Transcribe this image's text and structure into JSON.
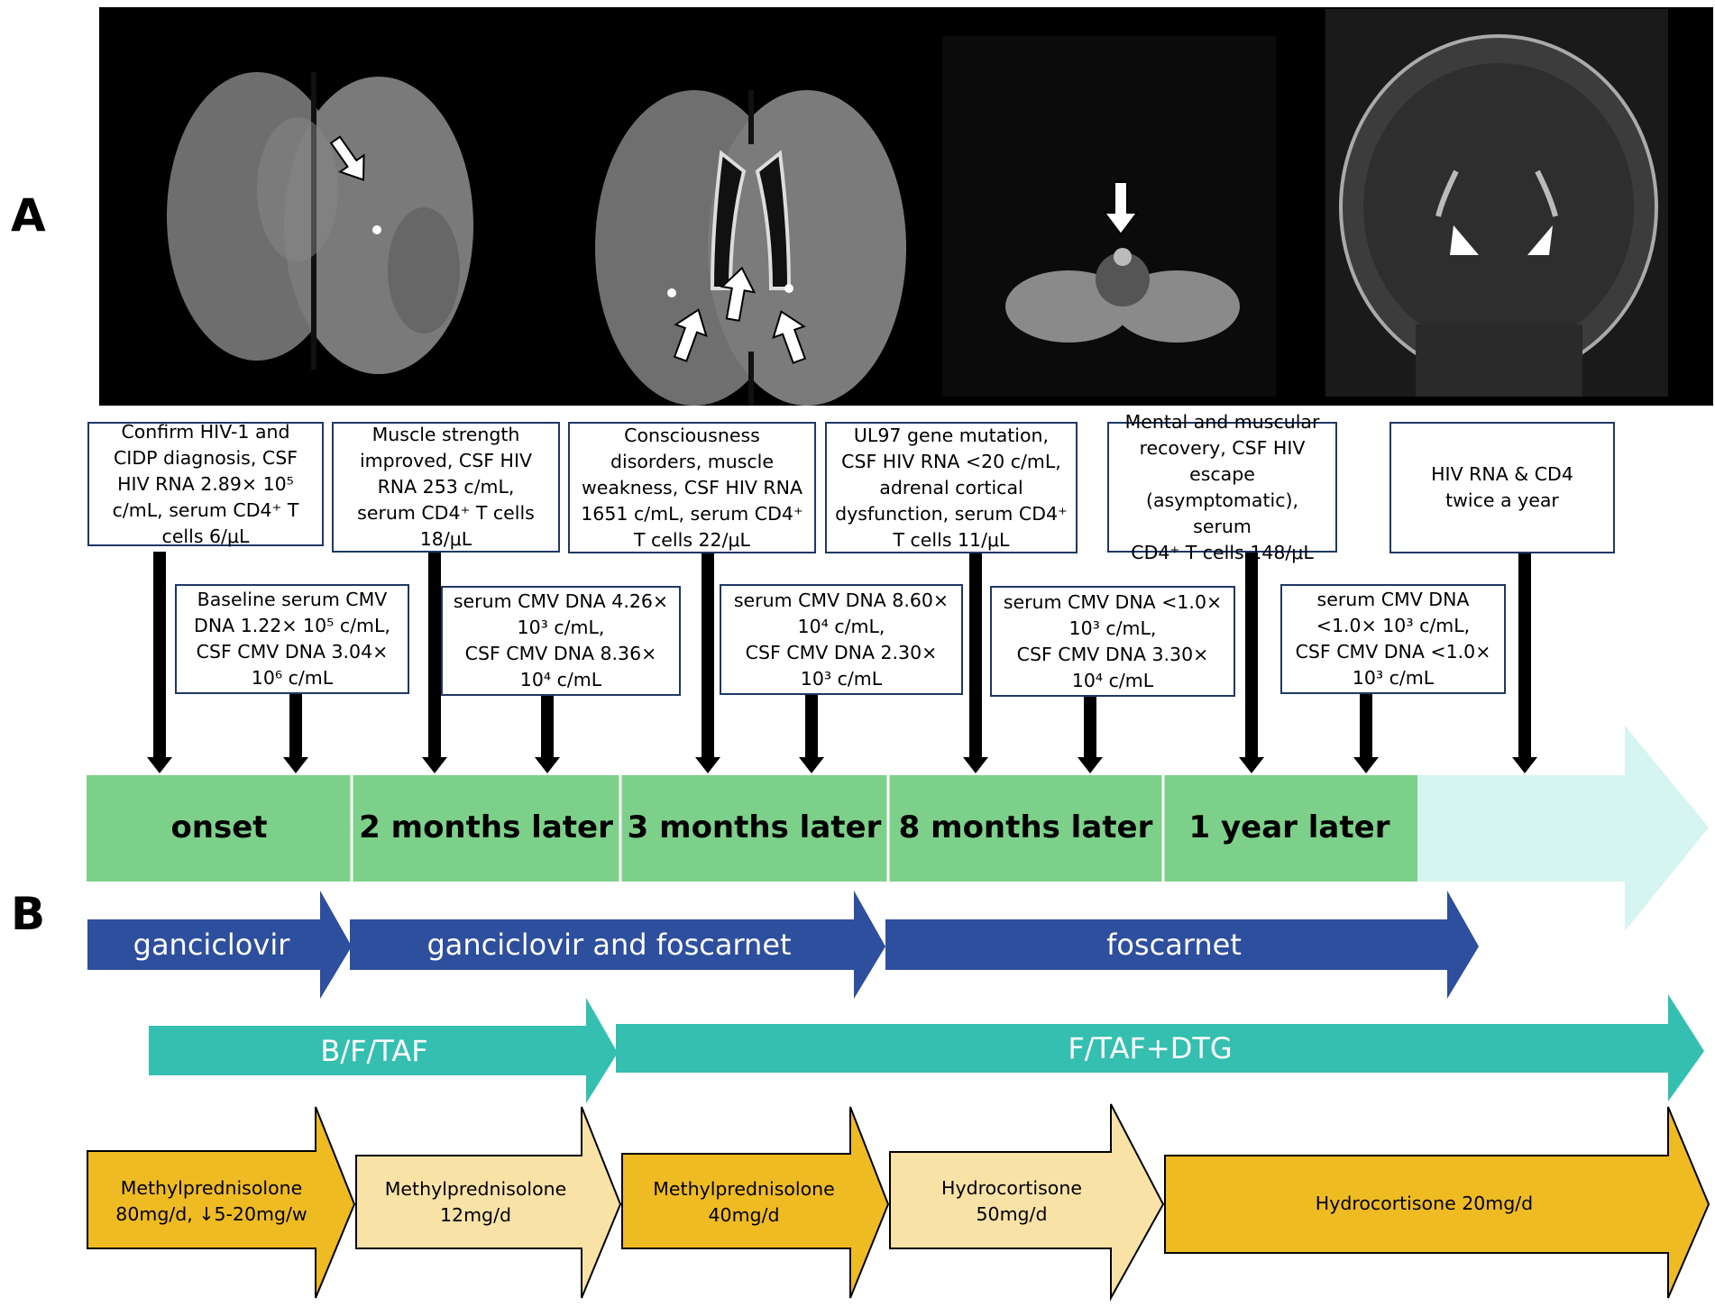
{
  "panels": {
    "a": "A",
    "b": "B"
  },
  "events_top": [
    "Confirm HIV-1 and\nCIDP diagnosis, CSF\nHIV RNA 2.89× 10⁵\nc/mL, serum CD4⁺ T\ncells 6/μL",
    "Muscle strength\nimproved, CSF HIV\nRNA 253 c/mL,\nserum CD4⁺ T cells\n18/μL",
    "Consciousness\ndisorders, muscle\nweakness,  CSF HIV RNA\n1651 c/mL, serum CD4⁺\nT cells 22/μL",
    "UL97 gene mutation,\nCSF HIV RNA <20 c/mL,\nadrenal cortical\ndysfunction, serum CD4⁺\nT cells 11/μL",
    "Mental and muscular\nrecovery, CSF HIV escape\n(asymptomatic), serum\nCD4⁺ T cells 148/μL",
    "HIV RNA & CD4\ntwice a year"
  ],
  "events_cmv": [
    "Baseline serum CMV\nDNA 1.22× 10⁵ c/mL,\nCSF CMV DNA 3.04×\n10⁶ c/mL",
    "serum CMV DNA 4.26×\n10³ c/mL,\nCSF CMV DNA 8.36×\n10⁴ c/mL",
    "serum CMV DNA 8.60×\n10⁴ c/mL,\nCSF CMV DNA 2.30×\n10³ c/mL",
    "serum CMV DNA <1.0×\n10³ c/mL,\nCSF CMV DNA 3.30×\n10⁴ c/mL",
    "serum CMV DNA\n<1.0× 10³ c/mL,\nCSF CMV DNA <1.0×\n10³ c/mL"
  ],
  "timeline": [
    "onset",
    "2 months later",
    "3 months later",
    "8 months later",
    "1 year later"
  ],
  "anti_cmv": [
    "ganciclovir",
    "ganciclovir and foscarnet",
    "foscarnet"
  ],
  "art": [
    "B/F/TAF",
    "F/TAF+DTG"
  ],
  "steroids": [
    "Methylprednisolone\n80mg/d, ↓5-20mg/w",
    "Methylprednisolone\n12mg/d",
    "Methylprednisolone\n40mg/d",
    "Hydrocortisone\n50mg/d",
    "Hydrocortisone 20mg/d"
  ],
  "colors": {
    "timeline_green": "#7dd08a",
    "timeline_future": "#d6f4f0",
    "anti_cmv_blue": "#2e4e9e",
    "art_teal": "#35bfb0",
    "steroid_dark": "#efbb23",
    "steroid_light": "#f8e2a6",
    "box_border": "#1f3864"
  }
}
